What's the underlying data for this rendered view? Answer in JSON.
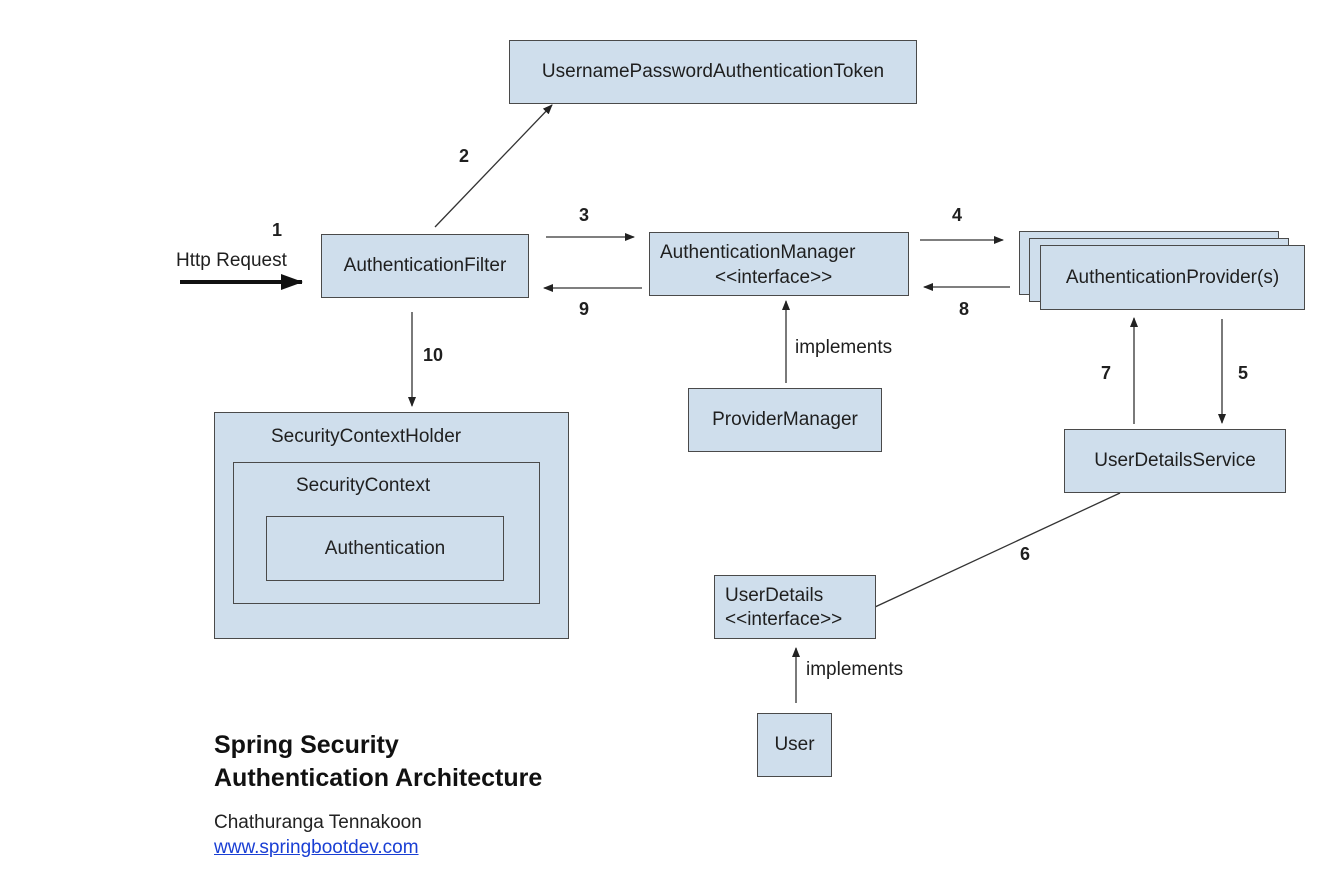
{
  "boxes": {
    "token": "UsernamePasswordAuthenticationToken",
    "filter": "AuthenticationFilter",
    "manager_line1": "AuthenticationManager",
    "manager_line2": "<<interface>>",
    "provider": "AuthenticationProvider(s)",
    "provider_manager": "ProviderManager",
    "user_details_service": "UserDetailsService",
    "user_details_line1": "UserDetails",
    "user_details_line2": "<<interface>>",
    "user": "User",
    "context_holder": "SecurityContextHolder",
    "context": "SecurityContext",
    "authentication": "Authentication"
  },
  "labels": {
    "http_request": "Http Request",
    "implements_manager": "implements",
    "implements_user": "implements"
  },
  "steps": [
    "1",
    "2",
    "3",
    "4",
    "5",
    "6",
    "7",
    "8",
    "9",
    "10"
  ],
  "footer": {
    "title_line1": "Spring Security",
    "title_line2": "Authentication Architecture",
    "author": "Chathuranga Tennakoon",
    "link": "www.springbootdev.com"
  }
}
